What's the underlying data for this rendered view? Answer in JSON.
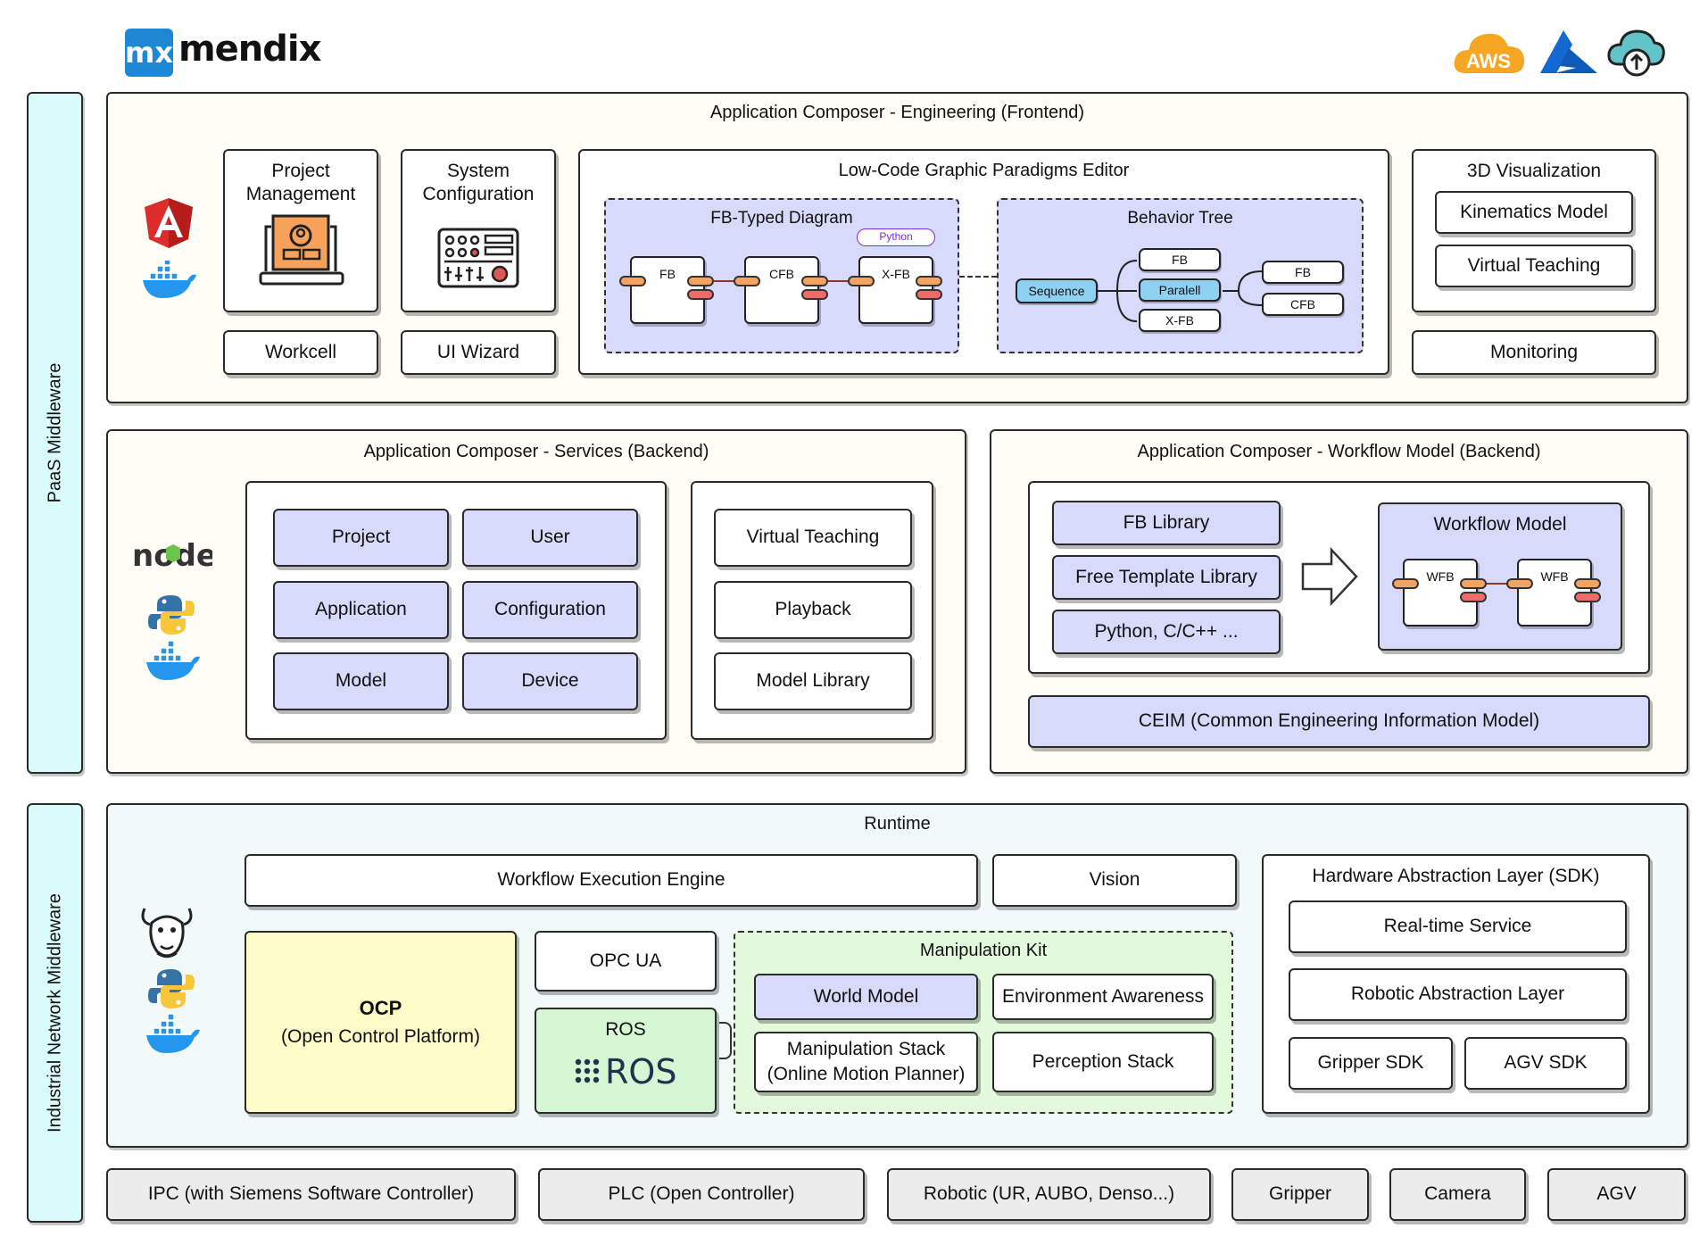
{
  "header": {
    "logo_mx": "mx",
    "logo_text": "mendix",
    "cloud_icons": [
      "aws-cloud-icon",
      "azure-icon",
      "cloud-upload-icon"
    ],
    "aws_label": "AWS"
  },
  "sidebars": {
    "paas": "PaaS Middleware",
    "industrial": "Industrial Network Middleware"
  },
  "frontend": {
    "title": "Application Composer - Engineering (Frontend)",
    "project_management": "Project\nManagement",
    "system_configuration": "System\nConfiguration",
    "workcell": "Workcell",
    "ui_wizard": "UI Wizard",
    "editor_title": "Low-Code Graphic Paradigms Editor",
    "fb_diagram": {
      "title": "FB-Typed Diagram",
      "python_tag": "Python",
      "nodes": [
        "FB",
        "CFB",
        "X-FB"
      ]
    },
    "behavior_tree": {
      "title": "Behavior Tree",
      "sequence": "Sequence",
      "fb": "FB",
      "paralell": "Paralell",
      "xfb": "X-FB",
      "fb2": "FB",
      "cfb": "CFB"
    },
    "viz_title": "3D Visualization",
    "kinematics_model": "Kinematics Model",
    "virtual_teaching": "Virtual Teaching",
    "monitoring": "Monitoring"
  },
  "services": {
    "title": "Application Composer - Services (Backend)",
    "grid": [
      "Project",
      "User",
      "Application",
      "Configuration",
      "Model",
      "Device"
    ],
    "right": [
      "Virtual Teaching",
      "Playback",
      "Model Library"
    ]
  },
  "workflow": {
    "title": "Application Composer - Workflow Model (Backend)",
    "fb_library": "FB Library",
    "free_template": "Free Template Library",
    "python_c": "Python, C/C++ ...",
    "model_title": "Workflow Model",
    "wfb": [
      "WFB",
      "WFB"
    ],
    "ceim": "CEIM (Common Engineering Information Model)"
  },
  "runtime": {
    "title": "Runtime",
    "workflow_engine": "Workflow Execution Engine",
    "vision": "Vision",
    "ocp_bold": "OCP",
    "ocp_sub": "(Open Control Platform)",
    "opc_ua": "OPC UA",
    "ros_label": "ROS",
    "ros_logo": "ROS",
    "kit_title": "Manipulation Kit",
    "world_model": "World Model",
    "environment_awareness": "Environment Awareness",
    "manipulation_stack": "Manipulation Stack",
    "manipulation_sub": "(Online Motion Planner)",
    "perception_stack": "Perception Stack",
    "hal_title": "Hardware Abstraction Layer (SDK)",
    "realtime": "Real-time Service",
    "robotic_abstraction": "Robotic Abstraction Layer",
    "gripper_sdk": "Gripper SDK",
    "agv_sdk": "AGV SDK"
  },
  "hardware": [
    "IPC (with Siemens Software Controller)",
    "PLC (Open Controller)",
    "Robotic (UR, AUBO, Denso...)",
    "Gripper",
    "Camera",
    "AGV"
  ],
  "tech_icons": [
    "angular-icon",
    "docker-icon",
    "nodejs-icon",
    "python-icon",
    "gnu-icon"
  ],
  "nodejs_text": "node",
  "colors": {
    "lavender": "#d8dafb",
    "cream": "#fffdf5",
    "mint": "#f1faf8",
    "cyan_side": "#d9fbfb",
    "ocp_yellow": "#fefcc8",
    "ros_green": "#d5f7d3",
    "kit_green": "#e3fadd",
    "mendix_blue": "#1e88d4",
    "aws_orange": "#f5a623",
    "azure_blue": "#1468d2"
  }
}
